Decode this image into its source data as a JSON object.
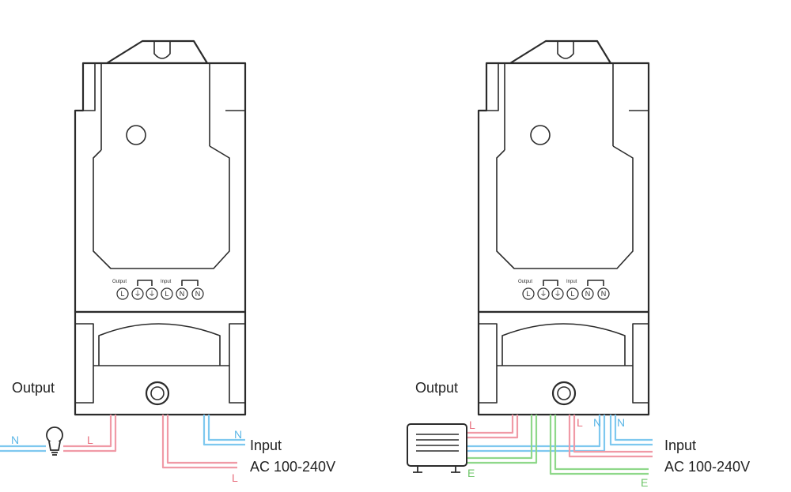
{
  "left": {
    "module": {
      "output_label": "Output",
      "input_label": "Input",
      "terminals": [
        "L",
        "⏚",
        "⏚",
        "L",
        "N",
        "N"
      ]
    },
    "output_caption": "Output",
    "input_caption": "Input",
    "voltage_caption": "AC 100-240V",
    "wire_labels": {
      "n_left": "N",
      "l_bulb": "L",
      "n_input": "N",
      "l_input": "L"
    },
    "load": "light-bulb"
  },
  "right": {
    "module": {
      "output_label": "Output",
      "input_label": "Input",
      "terminals": [
        "L",
        "⏚",
        "⏚",
        "L",
        "N",
        "N"
      ]
    },
    "output_caption": "Output",
    "input_caption": "Input",
    "voltage_caption": "AC 100-240V",
    "wire_labels": {
      "l_out": "L",
      "e_out": "E",
      "l_in": "L",
      "n_mid": "N",
      "n_in": "N",
      "e_in": "E"
    },
    "load": "heater"
  },
  "colors": {
    "live": "#f09aa6",
    "neutral": "#7ec8ef",
    "earth": "#8fd88a",
    "outline": "#2b2b2b"
  }
}
